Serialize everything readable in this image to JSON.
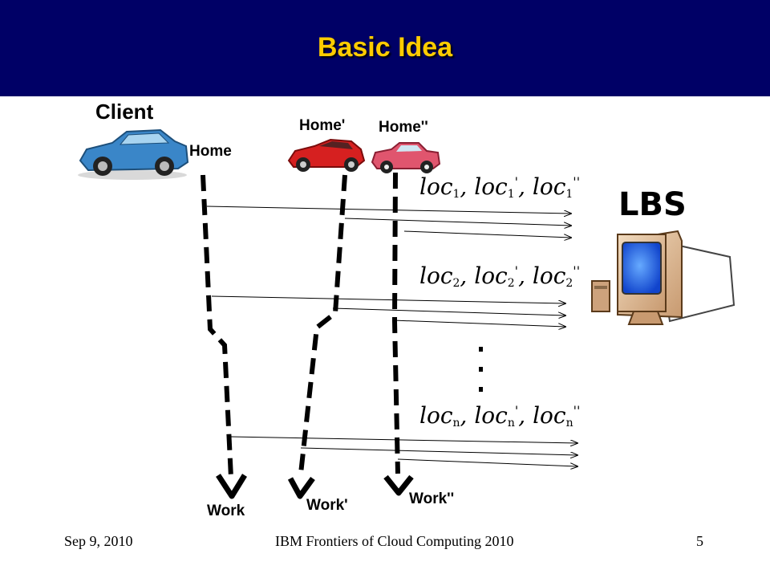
{
  "slide": {
    "title": "Basic Idea",
    "footer_date": "Sep 9, 2010",
    "footer_center": "IBM Frontiers of Cloud Computing 2010",
    "page_number": "5"
  },
  "actors": {
    "client_label": "Client",
    "server_label": "LBS",
    "server_icon": "computer-icon",
    "car_icons": [
      "blue-car-icon",
      "red-sports-car-icon",
      "pink-classic-car-icon"
    ]
  },
  "paths": [
    {
      "home": "Home",
      "work": "Work"
    },
    {
      "home": "Home'",
      "work": "Work'"
    },
    {
      "home": "Home''",
      "work": "Work''"
    }
  ],
  "location_groups": [
    {
      "base": "loc",
      "sub": "1",
      "primes": [
        "",
        "'",
        "''"
      ]
    },
    {
      "base": "loc",
      "sub": "2",
      "primes": [
        "",
        "'",
        "''"
      ]
    },
    {
      "base": "loc",
      "sub": "n",
      "primes": [
        "",
        "'",
        "''"
      ]
    }
  ],
  "ellipsis": "..."
}
